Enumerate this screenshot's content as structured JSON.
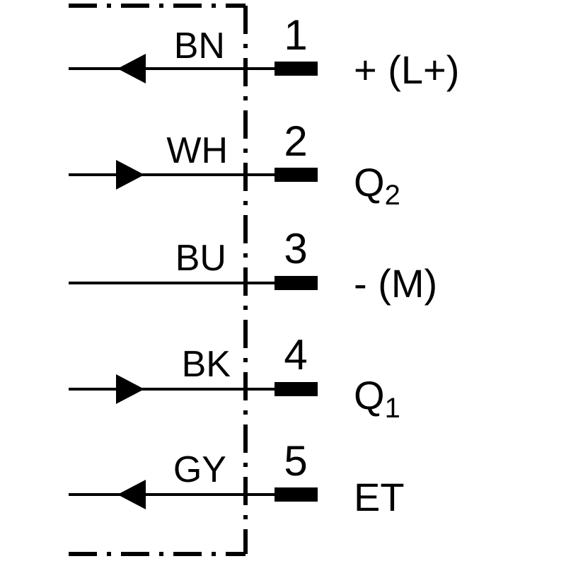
{
  "diagram": {
    "type": "connector-pinout",
    "pins": [
      {
        "number": "1",
        "wire_color": "BN",
        "signal": "+ (L+)",
        "signal_subscript": "",
        "arrow": "left"
      },
      {
        "number": "2",
        "wire_color": "WH",
        "signal": "Q",
        "signal_subscript": "2",
        "arrow": "right"
      },
      {
        "number": "3",
        "wire_color": "BU",
        "signal": "- (M)",
        "signal_subscript": "",
        "arrow": "none"
      },
      {
        "number": "4",
        "wire_color": "BK",
        "signal": "Q",
        "signal_subscript": "1",
        "arrow": "right"
      },
      {
        "number": "5",
        "wire_color": "GY",
        "signal": "ET",
        "signal_subscript": "",
        "arrow": "left"
      }
    ],
    "colors": {
      "line": "#000000",
      "background": "#ffffff"
    }
  }
}
